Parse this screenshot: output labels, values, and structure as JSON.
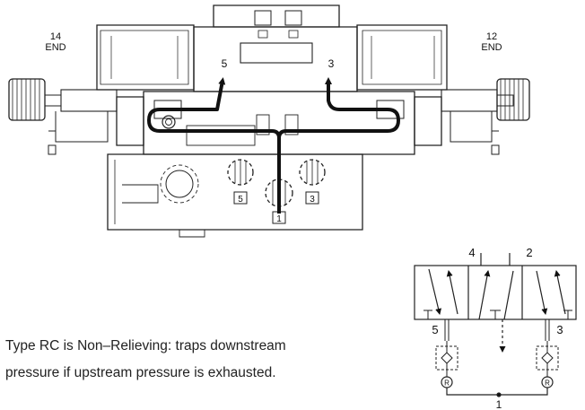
{
  "valve": {
    "end_left_num": "14",
    "end_left_word": "END",
    "end_right_num": "12",
    "end_right_word": "END",
    "port_exhaust_left": "5",
    "port_exhaust_right": "3",
    "port_base_left": "5",
    "port_base_center": "1",
    "port_base_right": "3"
  },
  "symbol": {
    "port_top_left": "4",
    "port_top_right": "2",
    "port_bottom_left": "5",
    "port_bottom_right": "3",
    "port_supply": "1",
    "regulator_left": "R",
    "regulator_right": "R"
  },
  "caption": {
    "line1": "Type RC is Non–Relieving: traps downstream",
    "line2": "pressure if upstream pressure is exhausted."
  }
}
